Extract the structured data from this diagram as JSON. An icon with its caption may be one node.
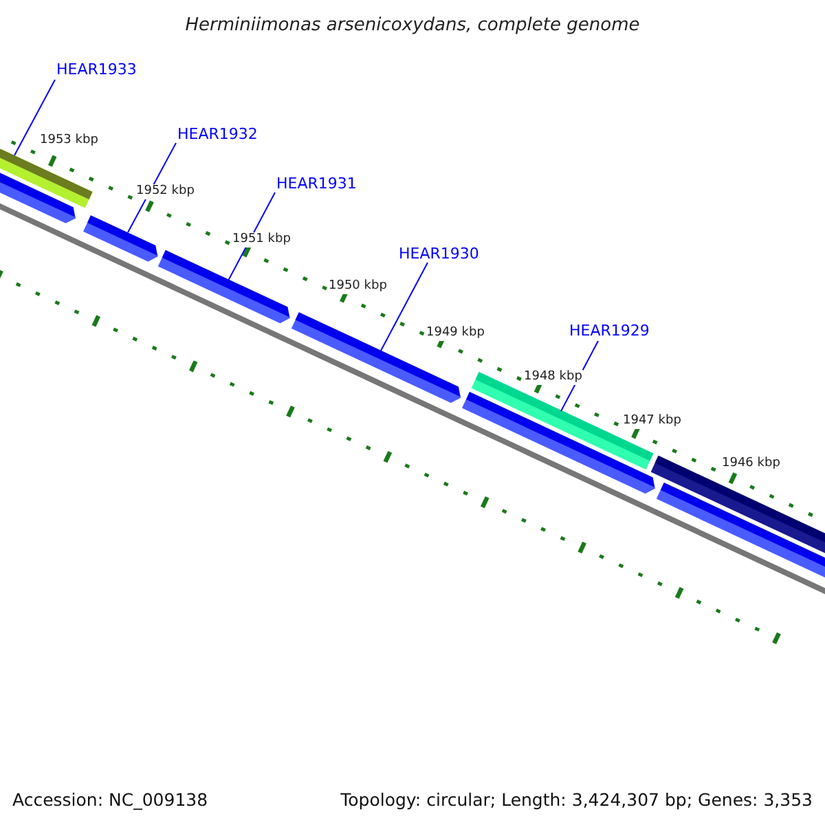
{
  "diagram": {
    "title": "Herminiimonas arsenicoxydans, complete genome",
    "nodes": [
      {
        "text": [
          "HEAR1933"
        ]
      },
      {
        "text": [
          "HEAR1932"
        ]
      },
      {
        "text": [
          "HEAR1931"
        ]
      },
      {
        "text": [
          "HEAR1930"
        ]
      },
      {
        "text": [
          "HEAR1929"
        ]
      },
      {
        "text": [],
        "shape": "bar"
      },
      {
        "text": [],
        "shape": "bar"
      },
      {
        "text": [],
        "shape": "bar"
      },
      {
        "text": [],
        "shape": "bar"
      },
      {
        "text": [],
        "shape": "bar"
      }
    ],
    "edges": [
      {
        "from": 0,
        "to": 5,
        "arrow": "none"
      },
      {
        "from": 1,
        "to": 6,
        "arrow": "none"
      },
      {
        "from": 2,
        "to": 7,
        "arrow": "none"
      },
      {
        "from": 3,
        "to": 8,
        "arrow": "none"
      },
      {
        "from": 4,
        "to": 9,
        "arrow": "none"
      }
    ],
    "labels": [
      "1953 kbp",
      "1952 kbp",
      "1951 kbp",
      "1950 kbp",
      "1949 kbp",
      "1948 kbp",
      "1947 kbp",
      "1946 kbp",
      "Accession: NC_009138",
      "Topology: circular; Length: 3,424,307 bp; Genes: 3,353"
    ]
  }
}
